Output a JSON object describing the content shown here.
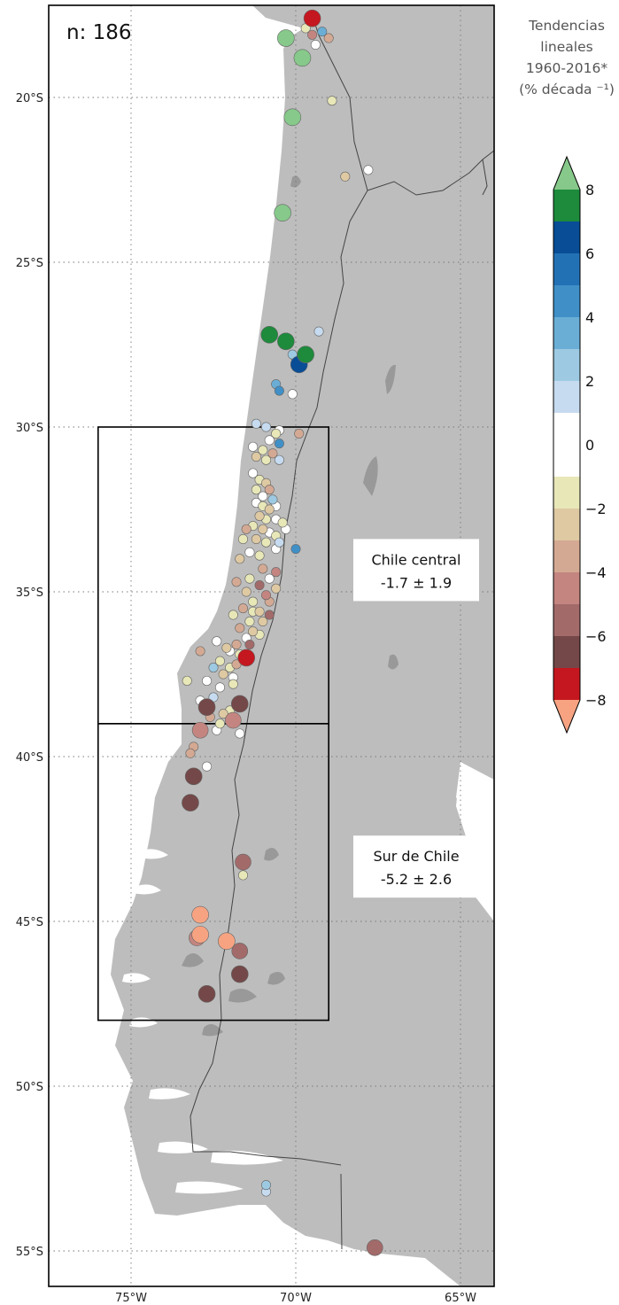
{
  "map": {
    "count_label": "n: 186",
    "lon_ticks": [
      {
        "lon": -75,
        "label": "75°W"
      },
      {
        "lon": -70,
        "label": "70°W"
      },
      {
        "lon": -65,
        "label": "65°W"
      }
    ],
    "lat_ticks": [
      {
        "lat": -20,
        "label": "20°S"
      },
      {
        "lat": -25,
        "label": "25°S"
      },
      {
        "lat": -30,
        "label": "30°S"
      },
      {
        "lat": -35,
        "label": "35°S"
      },
      {
        "lat": -40,
        "label": "40°S"
      },
      {
        "lat": -45,
        "label": "45°S"
      },
      {
        "lat": -50,
        "label": "50°S"
      },
      {
        "lat": -55,
        "label": "55°S"
      }
    ],
    "extent": {
      "lon_min": -77.5,
      "lon_max": -64.0,
      "lat_min": -56.2,
      "lat_max": -17.2
    },
    "colors": {
      "land": "#bdbdbd",
      "lakes": "#999999",
      "water": "#ffffff",
      "border": "#444444"
    }
  },
  "regions": [
    {
      "name": "Chile central",
      "value": "-1.7 ± 1.9",
      "lon_min": -76.0,
      "lon_max": -69.0,
      "lat_min": -39.0,
      "lat_max": -30.0
    },
    {
      "name": "Sur de Chile",
      "value": "-5.2 ± 2.6",
      "lon_min": -76.0,
      "lon_max": -69.0,
      "lat_min": -48.0,
      "lat_max": -39.0
    }
  ],
  "colorbar": {
    "title_lines": [
      "Tendencias",
      "lineales",
      "1960-2016*",
      "(% década ⁻¹)"
    ],
    "ticks": [
      8,
      6,
      4,
      2,
      0,
      -2,
      -4,
      -6,
      -8
    ],
    "tick_labels": [
      "8",
      "6",
      "4",
      "2",
      "0",
      "−2",
      "−4",
      "−6",
      "−8"
    ],
    "over_color": "#86c98a",
    "under_color": "#f7a382",
    "bins": [
      {
        "from": 7,
        "to": 8,
        "color": "#1d8a3c"
      },
      {
        "from": 6,
        "to": 7,
        "color": "#084d96"
      },
      {
        "from": 5,
        "to": 6,
        "color": "#2271b5"
      },
      {
        "from": 4,
        "to": 5,
        "color": "#4090c7"
      },
      {
        "from": 3,
        "to": 4,
        "color": "#6aaed6"
      },
      {
        "from": 2,
        "to": 3,
        "color": "#9dcae2"
      },
      {
        "from": 1,
        "to": 2,
        "color": "#c6dbef"
      },
      {
        "from": -1,
        "to": 1,
        "color": "#ffffff"
      },
      {
        "from": -2,
        "to": -1,
        "color": "#e8e7b8"
      },
      {
        "from": -3,
        "to": -2,
        "color": "#dec9a3"
      },
      {
        "from": -4,
        "to": -3,
        "color": "#d4a993"
      },
      {
        "from": -5,
        "to": -4,
        "color": "#c48580"
      },
      {
        "from": -6,
        "to": -5,
        "color": "#a36a6a"
      },
      {
        "from": -7,
        "to": -6,
        "color": "#744848"
      },
      {
        "from": -8,
        "to": -7,
        "color": "#c4171f"
      }
    ]
  },
  "stations": [
    {
      "lon": -69.5,
      "lat": -17.6,
      "v": -7.5
    },
    {
      "lon": -69.7,
      "lat": -17.9,
      "v": -1.5
    },
    {
      "lon": -69.2,
      "lat": -18.0,
      "v": 3.0
    },
    {
      "lon": -69.0,
      "lat": -18.2,
      "v": -3.5
    },
    {
      "lon": -69.5,
      "lat": -18.1,
      "v": -4.5
    },
    {
      "lon": -69.4,
      "lat": -18.4,
      "v": 0
    },
    {
      "lon": -70.3,
      "lat": -18.2,
      "v": 8.5
    },
    {
      "lon": -69.8,
      "lat": -18.8,
      "v": 8.5
    },
    {
      "lon": -68.9,
      "lat": -20.1,
      "v": -1.5
    },
    {
      "lon": -70.1,
      "lat": -20.6,
      "v": 8.5
    },
    {
      "lon": -68.5,
      "lat": -22.4,
      "v": -2.5
    },
    {
      "lon": -67.8,
      "lat": -22.2,
      "v": 0
    },
    {
      "lon": -70.4,
      "lat": -23.5,
      "v": 8.5
    },
    {
      "lon": -70.8,
      "lat": -27.2,
      "v": 7.5
    },
    {
      "lon": -70.3,
      "lat": -27.4,
      "v": 7.5
    },
    {
      "lon": -69.3,
      "lat": -27.1,
      "v": 1.5
    },
    {
      "lon": -70.1,
      "lat": -27.8,
      "v": 2.5
    },
    {
      "lon": -70.0,
      "lat": -27.9,
      "v": 1.5
    },
    {
      "lon": -69.7,
      "lat": -27.8,
      "v": 7.5
    },
    {
      "lon": -69.9,
      "lat": -28.1,
      "v": 6.5
    },
    {
      "lon": -70.6,
      "lat": -28.7,
      "v": 3.5
    },
    {
      "lon": -70.5,
      "lat": -28.9,
      "v": 4.5
    },
    {
      "lon": -70.1,
      "lat": -29.0,
      "v": 0
    },
    {
      "lon": -71.2,
      "lat": -29.9,
      "v": 1.5
    },
    {
      "lon": -70.9,
      "lat": -30.0,
      "v": 1.5
    },
    {
      "lon": -70.5,
      "lat": -30.1,
      "v": 0
    },
    {
      "lon": -70.8,
      "lat": -30.4,
      "v": 0
    },
    {
      "lon": -70.6,
      "lat": -30.2,
      "v": -1.5
    },
    {
      "lon": -69.9,
      "lat": -30.2,
      "v": -3.5
    },
    {
      "lon": -70.5,
      "lat": -30.5,
      "v": 4.5
    },
    {
      "lon": -71.3,
      "lat": -30.6,
      "v": 0
    },
    {
      "lon": -71.0,
      "lat": -30.7,
      "v": -1.5
    },
    {
      "lon": -71.2,
      "lat": -30.9,
      "v": -2.5
    },
    {
      "lon": -70.9,
      "lat": -31.0,
      "v": -1.5
    },
    {
      "lon": -70.7,
      "lat": -30.8,
      "v": -3.5
    },
    {
      "lon": -70.5,
      "lat": -31.0,
      "v": 1.5
    },
    {
      "lon": -71.3,
      "lat": -31.4,
      "v": 0
    },
    {
      "lon": -71.1,
      "lat": -31.6,
      "v": -1.5
    },
    {
      "lon": -70.9,
      "lat": -31.7,
      "v": -2.5
    },
    {
      "lon": -71.2,
      "lat": -31.9,
      "v": -1.5
    },
    {
      "lon": -70.8,
      "lat": -31.9,
      "v": -3.5
    },
    {
      "lon": -71.0,
      "lat": -32.1,
      "v": 0
    },
    {
      "lon": -70.7,
      "lat": -32.2,
      "v": 2.5
    },
    {
      "lon": -71.2,
      "lat": -32.3,
      "v": 0
    },
    {
      "lon": -71.0,
      "lat": -32.4,
      "v": -1.5
    },
    {
      "lon": -70.8,
      "lat": -32.5,
      "v": -2.5
    },
    {
      "lon": -70.6,
      "lat": -32.4,
      "v": 0
    },
    {
      "lon": -71.1,
      "lat": -32.7,
      "v": -2.5
    },
    {
      "lon": -70.9,
      "lat": -32.8,
      "v": -1.5
    },
    {
      "lon": -70.6,
      "lat": -32.8,
      "v": 0
    },
    {
      "lon": -70.4,
      "lat": -32.9,
      "v": -1.5
    },
    {
      "lon": -71.3,
      "lat": -33.0,
      "v": -1.5
    },
    {
      "lon": -71.5,
      "lat": -33.1,
      "v": -3.5
    },
    {
      "lon": -71.0,
      "lat": -33.1,
      "v": -2.5
    },
    {
      "lon": -70.8,
      "lat": -33.2,
      "v": 0
    },
    {
      "lon": -70.6,
      "lat": -33.3,
      "v": -1.5
    },
    {
      "lon": -70.3,
      "lat": -33.1,
      "v": 0
    },
    {
      "lon": -71.6,
      "lat": -33.4,
      "v": -1.5
    },
    {
      "lon": -71.2,
      "lat": -33.4,
      "v": -2.5
    },
    {
      "lon": -70.9,
      "lat": -33.5,
      "v": -1.5
    },
    {
      "lon": -70.5,
      "lat": -33.5,
      "v": 1.5
    },
    {
      "lon": -70.6,
      "lat": -33.7,
      "v": 0
    },
    {
      "lon": -70.0,
      "lat": -33.7,
      "v": 4.5
    },
    {
      "lon": -71.4,
      "lat": -33.8,
      "v": 0
    },
    {
      "lon": -71.1,
      "lat": -33.9,
      "v": -1.5
    },
    {
      "lon": -71.7,
      "lat": -34.0,
      "v": -2.5
    },
    {
      "lon": -71.0,
      "lat": -34.3,
      "v": -3.5
    },
    {
      "lon": -70.6,
      "lat": -34.4,
      "v": -4.5
    },
    {
      "lon": -71.4,
      "lat": -34.6,
      "v": -1.5
    },
    {
      "lon": -70.8,
      "lat": -34.6,
      "v": 0
    },
    {
      "lon": -71.8,
      "lat": -34.7,
      "v": -3.5
    },
    {
      "lon": -71.1,
      "lat": -34.8,
      "v": -5.5
    },
    {
      "lon": -70.6,
      "lat": -34.9,
      "v": -2.5
    },
    {
      "lon": -71.5,
      "lat": -35.0,
      "v": -2.5
    },
    {
      "lon": -70.9,
      "lat": -35.1,
      "v": -4.5
    },
    {
      "lon": -71.3,
      "lat": -35.3,
      "v": -1.5
    },
    {
      "lon": -70.8,
      "lat": -35.3,
      "v": -3.5
    },
    {
      "lon": -71.6,
      "lat": -35.5,
      "v": -3.5
    },
    {
      "lon": -71.3,
      "lat": -35.6,
      "v": -1.5
    },
    {
      "lon": -71.1,
      "lat": -35.6,
      "v": -2.5
    },
    {
      "lon": -70.8,
      "lat": -35.7,
      "v": -5.5
    },
    {
      "lon": -71.9,
      "lat": -35.7,
      "v": -1.5
    },
    {
      "lon": -71.4,
      "lat": -35.9,
      "v": -1.5
    },
    {
      "lon": -71.0,
      "lat": -35.9,
      "v": -2.5
    },
    {
      "lon": -71.7,
      "lat": -36.1,
      "v": -3.5
    },
    {
      "lon": -71.3,
      "lat": -36.2,
      "v": -2.5
    },
    {
      "lon": -71.1,
      "lat": -36.3,
      "v": -1.5
    },
    {
      "lon": -71.5,
      "lat": -36.4,
      "v": 0
    },
    {
      "lon": -72.4,
      "lat": -36.5,
      "v": 0
    },
    {
      "lon": -71.8,
      "lat": -36.6,
      "v": -3.5
    },
    {
      "lon": -71.4,
      "lat": -36.6,
      "v": -5.5
    },
    {
      "lon": -72.1,
      "lat": -36.7,
      "v": -2.5
    },
    {
      "lon": -72.9,
      "lat": -36.8,
      "v": -3.5
    },
    {
      "lon": -72.0,
      "lat": -36.8,
      "v": 0
    },
    {
      "lon": -71.7,
      "lat": -36.9,
      "v": -1.5
    },
    {
      "lon": -71.5,
      "lat": -37.0,
      "v": -7.5
    },
    {
      "lon": -72.3,
      "lat": -37.1,
      "v": -1.5
    },
    {
      "lon": -71.8,
      "lat": -37.2,
      "v": -3.5
    },
    {
      "lon": -72.5,
      "lat": -37.3,
      "v": 2.5
    },
    {
      "lon": -72.0,
      "lat": -37.3,
      "v": -1.5
    },
    {
      "lon": -72.2,
      "lat": -37.5,
      "v": -2.5
    },
    {
      "lon": -71.9,
      "lat": -37.6,
      "v": 0
    },
    {
      "lon": -73.3,
      "lat": -37.7,
      "v": -1.5
    },
    {
      "lon": -72.7,
      "lat": -37.7,
      "v": 0
    },
    {
      "lon": -71.9,
      "lat": -37.8,
      "v": -1.5
    },
    {
      "lon": -72.3,
      "lat": -37.9,
      "v": 0
    },
    {
      "lon": -72.5,
      "lat": -38.2,
      "v": 1.5
    },
    {
      "lon": -72.9,
      "lat": -38.3,
      "v": 0
    },
    {
      "lon": -72.7,
      "lat": -38.5,
      "v": -6.5
    },
    {
      "lon": -72.0,
      "lat": -38.6,
      "v": -1.5
    },
    {
      "lon": -72.2,
      "lat": -38.7,
      "v": -2.5
    },
    {
      "lon": -71.7,
      "lat": -38.4,
      "v": -6.5
    },
    {
      "lon": -72.6,
      "lat": -38.8,
      "v": -3.5
    },
    {
      "lon": -71.9,
      "lat": -38.9,
      "v": -4.5
    },
    {
      "lon": -72.3,
      "lat": -39.0,
      "v": -1.5
    },
    {
      "lon": -72.4,
      "lat": -39.2,
      "v": 0
    },
    {
      "lon": -72.9,
      "lat": -39.2,
      "v": -4.5
    },
    {
      "lon": -71.7,
      "lat": -39.3,
      "v": 0
    },
    {
      "lon": -73.1,
      "lat": -39.7,
      "v": -3.5
    },
    {
      "lon": -73.2,
      "lat": -39.9,
      "v": -3.5
    },
    {
      "lon": -72.7,
      "lat": -40.3,
      "v": 0
    },
    {
      "lon": -73.1,
      "lat": -40.6,
      "v": -6.5
    },
    {
      "lon": -73.2,
      "lat": -41.4,
      "v": -6.5
    },
    {
      "lon": -71.6,
      "lat": -43.2,
      "v": -5.5
    },
    {
      "lon": -71.6,
      "lat": -43.6,
      "v": -1.5
    },
    {
      "lon": -72.9,
      "lat": -44.8,
      "v": -8.5
    },
    {
      "lon": -73.0,
      "lat": -45.5,
      "v": -4.5
    },
    {
      "lon": -72.9,
      "lat": -45.4,
      "v": -8.5
    },
    {
      "lon": -72.1,
      "lat": -45.6,
      "v": -8.5
    },
    {
      "lon": -71.7,
      "lat": -45.9,
      "v": -5.5
    },
    {
      "lon": -71.7,
      "lat": -46.6,
      "v": -6.5
    },
    {
      "lon": -72.7,
      "lat": -47.2,
      "v": -6.5
    },
    {
      "lon": -70.9,
      "lat": -53.0,
      "v": 2.5
    },
    {
      "lon": -70.9,
      "lat": -53.2,
      "v": 1.5
    },
    {
      "lon": -67.6,
      "lat": -54.9,
      "v": -5.5
    }
  ]
}
